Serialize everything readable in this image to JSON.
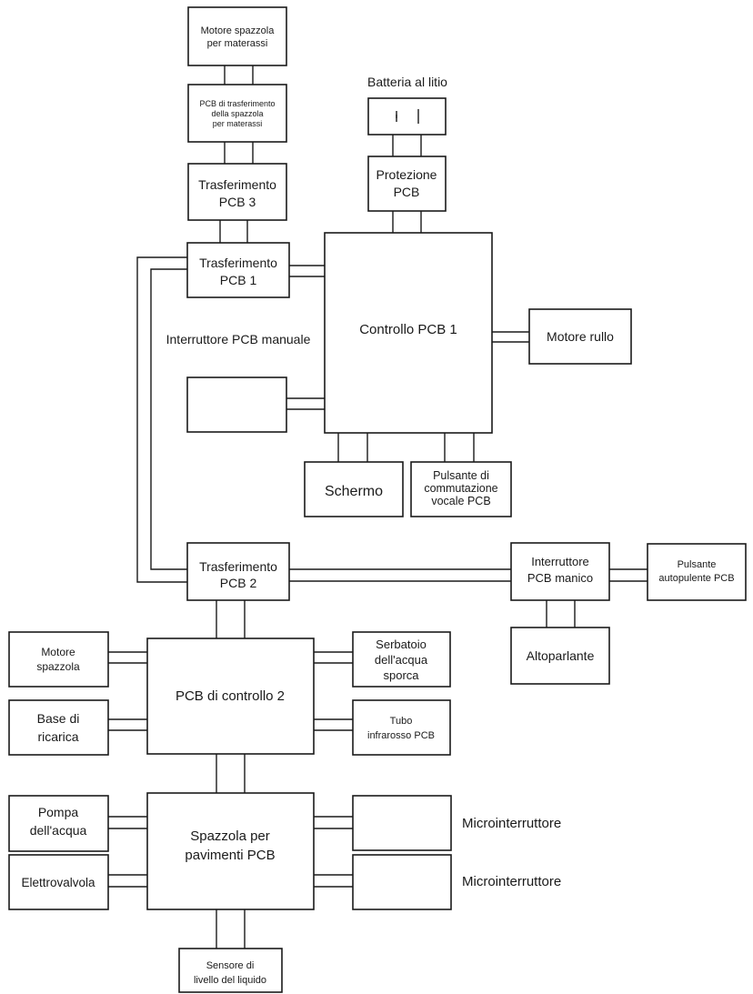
{
  "diagram": {
    "blocks": {
      "mattress_brush_motor": [
        "Motore spazzola",
        "per materassi"
      ],
      "mattress_brush_transfer_pcb": [
        "PCB di trasferimento",
        "della spazzola",
        "per materassi"
      ],
      "transfer_pcb_3": [
        "Trasferimento",
        "PCB 3"
      ],
      "transfer_pcb_1": [
        "Trasferimento",
        "PCB 1"
      ],
      "lithium_battery_label": "Batteria al litio",
      "protection_pcb": [
        "Protezione",
        "PCB"
      ],
      "control_pcb_1": "Controllo PCB 1",
      "roller_motor": "Motore rullo",
      "manual_pcb_switch_label": "Interruttore PCB manuale",
      "screen": "Schermo",
      "voice_switch_button_pcb": [
        "Pulsante di",
        "commutazione",
        "vocale PCB"
      ],
      "transfer_pcb_2": [
        "Trasferimento",
        "PCB 2"
      ],
      "handle_pcb_switch": [
        "Interruttore",
        "PCB manico"
      ],
      "self_cleaning_button_pcb": [
        "Pulsante",
        "autopulente PCB"
      ],
      "speaker": "Altoparlante",
      "brush_motor": [
        "Motore",
        "spazzola"
      ],
      "dirty_water_tank": [
        "Serbatoio",
        "dell'acqua",
        "sporca"
      ],
      "control_pcb_2": "PCB di controllo 2",
      "charging_base": [
        "Base di",
        "ricarica"
      ],
      "infrared_tube_pcb": [
        "Tubo",
        "infrarosso PCB"
      ],
      "water_pump": [
        "Pompa",
        "dell'acqua"
      ],
      "floor_brush_pcb": [
        "Spazzola per",
        "pavimenti PCB"
      ],
      "microswitch_1": "Microinterruttore",
      "solenoid_valve": "Elettrovalvola",
      "microswitch_2": "Microinterruttore",
      "liquid_level_sensor": [
        "Sensore di",
        "livello del liquido"
      ]
    }
  }
}
